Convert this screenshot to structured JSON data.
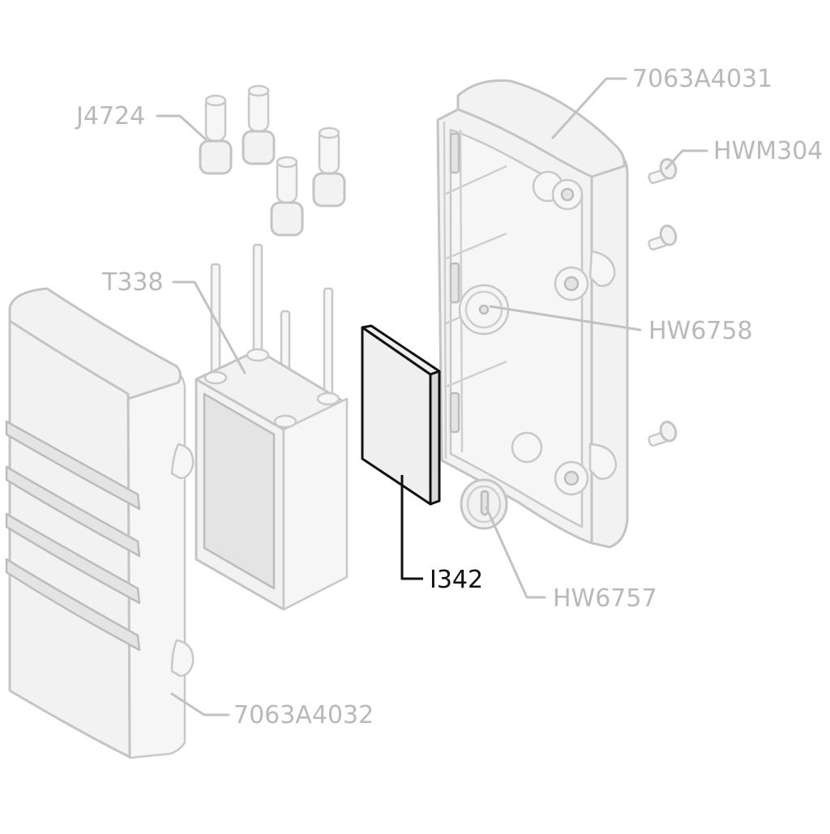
{
  "parts": {
    "j4724": {
      "label": "J4724"
    },
    "t338": {
      "label": "T338"
    },
    "i342": {
      "label": "I342"
    },
    "front_cover": {
      "label": "7063A4032"
    },
    "back_housing": {
      "label": "7063A4031"
    },
    "hwm304": {
      "label": "HWM304"
    },
    "hw6758": {
      "label": "HW6758"
    },
    "hw6757": {
      "label": "HW6757"
    }
  },
  "colors": {
    "label_default": "#b9b9b9",
    "label_highlight": "#111111",
    "part_outline": "#c4c4c4",
    "highlight_outline": "#111111"
  }
}
